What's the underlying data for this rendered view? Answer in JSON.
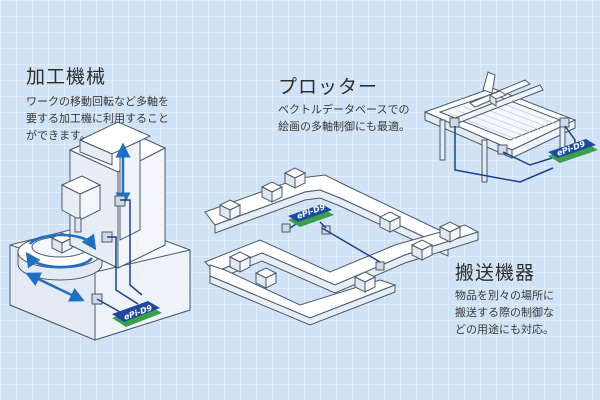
{
  "sections": {
    "machining": {
      "title": "加工機械",
      "description": [
        "ワークの移動回転など多軸を",
        "要する加工機に利用すること",
        "ができます。"
      ]
    },
    "plotter": {
      "title": "プロッター",
      "description": [
        "ベクトルデータベースでの",
        "絵画の多軸制御にも最適。"
      ]
    },
    "conveyor": {
      "title": "搬送機器",
      "description": [
        "物品を別々の場所に",
        "搬送する際の制御な",
        "どの用途にも対応。"
      ]
    }
  },
  "board_label": "ePi-D9",
  "colors": {
    "background": "#cfe2f6",
    "machine_fill": "#ffffff",
    "outline": "#4a5a6a",
    "wire": "#1b3f8f",
    "arrow": "#1f6fc4",
    "board": "#1d4aa0",
    "board_edge": "#3aa04a"
  }
}
